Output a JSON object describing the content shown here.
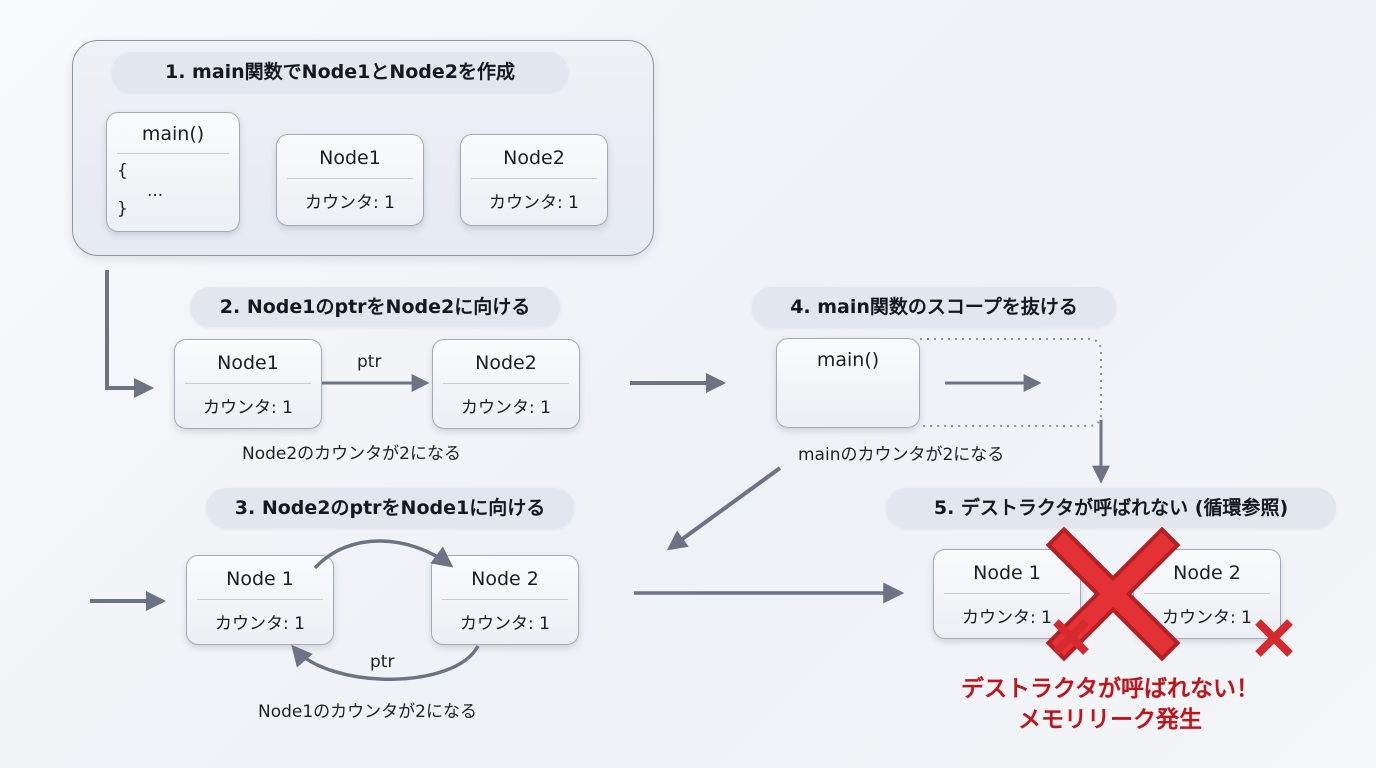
{
  "steps": {
    "step1": "1. main関数でNode1とNode2を作成",
    "step2": "2. Node1のptrをNode2に向ける",
    "step3": "3. Node2のptrをNode1に向ける",
    "step4": "4. main関数のスコープを抜ける",
    "step5": "5. デストラクタが呼ばれない (循環参照)"
  },
  "panel1": {
    "main_title": "main()",
    "brace_open": "{",
    "ellipsis": "...",
    "brace_close": "}",
    "node1": {
      "title": "Node1",
      "counter": "カウンタ: 1"
    },
    "node2": {
      "title": "Node2",
      "counter": "カウンタ: 1"
    }
  },
  "step2_diagram": {
    "node1": {
      "title": "Node1",
      "counter": "カウンタ: 1"
    },
    "node2": {
      "title": "Node2",
      "counter": "カウンタ: 1"
    },
    "ptr_label": "ptr",
    "caption": "Node2のカウンタが2になる"
  },
  "step3_diagram": {
    "node1": {
      "title": "Node 1",
      "counter": "カウンタ: 1"
    },
    "node2": {
      "title": "Node 2",
      "counter": "カウンタ: 1"
    },
    "ptr_label": "ptr",
    "caption": "Node1のカウンタが2になる"
  },
  "step4_diagram": {
    "main_title": "main()",
    "caption": "mainのカウンタが2になる"
  },
  "step5_diagram": {
    "node1": {
      "title": "Node 1",
      "counter": "カウンタ: 1"
    },
    "node2": {
      "title": "Node 2",
      "counter": "カウンタ: 1"
    },
    "warning_line1": "デストラクタが呼ばれない！",
    "warning_line2": "メモリリーク発生"
  },
  "colors": {
    "arrow": "#6b7384",
    "cross": "#d42a2e",
    "warning": "#c0141a"
  }
}
